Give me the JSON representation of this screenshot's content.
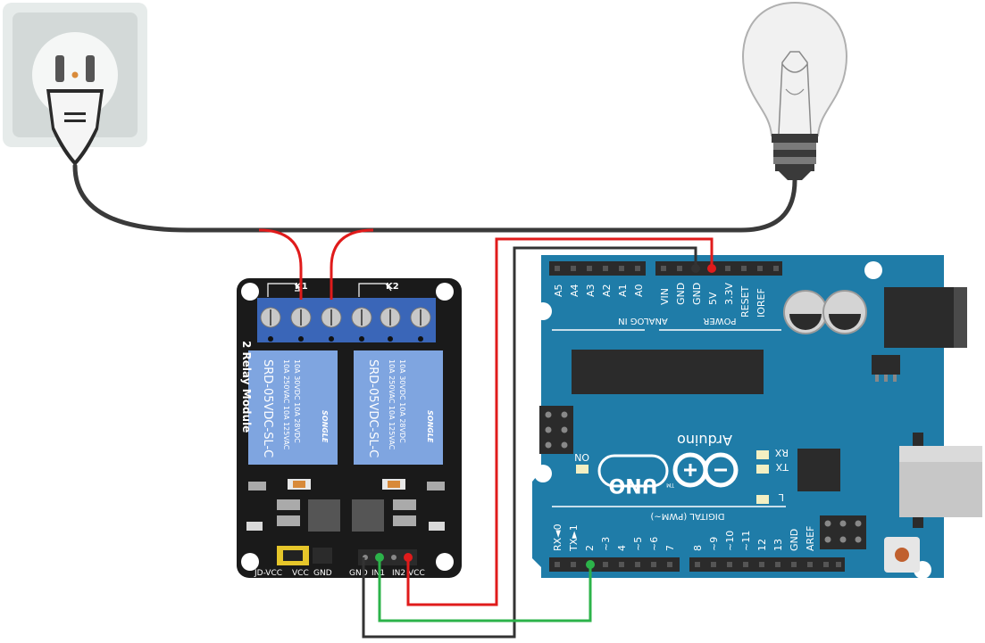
{
  "relay_module": {
    "title": "2 Relay Module",
    "channel_1_label": "K1",
    "channel_2_label": "K2",
    "relay_model": "SRD-05VDC-SL-C",
    "relay_brand": "SONGLE",
    "relay_rating_1": "10A 250VAC 10A 125VAC",
    "relay_rating_2": "10A 30VDC 10A 28VDC",
    "jumper_labels": [
      "JD-VCC",
      "VCC",
      "GND"
    ],
    "input_labels": [
      "GND",
      "IN1",
      "IN2",
      "VCC"
    ]
  },
  "arduino": {
    "brand": "Arduino",
    "model": "UNO",
    "tm": "TM",
    "on_label": "ON",
    "rx_label": "RX",
    "tx_label": "TX",
    "l_label": "L",
    "analog_header_label": "ANALOG IN",
    "analog_pins": [
      "A5",
      "A4",
      "A3",
      "A2",
      "A1",
      "A0"
    ],
    "power_header_label": "POWER",
    "power_pins": [
      "VIN",
      "GND",
      "GND",
      "5V",
      "3.3V",
      "RESET",
      "IOREF"
    ],
    "digital_header_label": "DIGITAL (PWM~)",
    "digital_pins_left": [
      "RX◄0",
      "TX►1",
      "2",
      "~3",
      "4",
      "~5",
      "~6",
      "7"
    ],
    "digital_pins_right": [
      "8",
      "~9",
      "~10",
      "~11",
      "12",
      "13",
      "GND",
      "AREF"
    ]
  },
  "colors": {
    "arduino_board": "#1f7ca8",
    "relay_board": "#1a1a1a",
    "terminal_block": "#3a66b8",
    "relay_case": "#7fa5e0",
    "mains_wire": "#3a3a3a",
    "wire_5v": "#e01b1b",
    "wire_gnd": "#333333",
    "wire_signal": "#2cb34a"
  }
}
